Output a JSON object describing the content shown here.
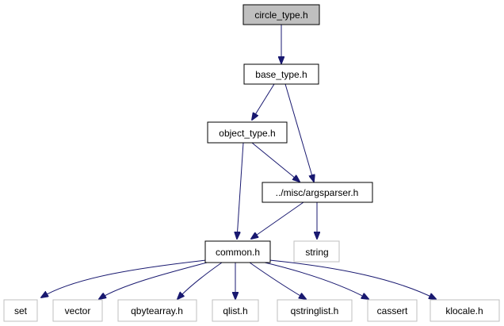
{
  "title_node": {
    "label": "circle_type.h",
    "fill": "#bfbfbf"
  },
  "nodes": {
    "base_type": "base_type.h",
    "object_type": "object_type.h",
    "argsparser": "../misc/argsparser.h",
    "common": "common.h",
    "string": "string",
    "set": "set",
    "vector": "vector",
    "qbytearray": "qbytearray.h",
    "qlist": "qlist.h",
    "qstringlist": "qstringlist.h",
    "cassert": "cassert",
    "klocale": "klocale.h"
  },
  "colors": {
    "edge": "#191970",
    "internal_border": "#000000",
    "external_border": "#bfbfbf"
  }
}
